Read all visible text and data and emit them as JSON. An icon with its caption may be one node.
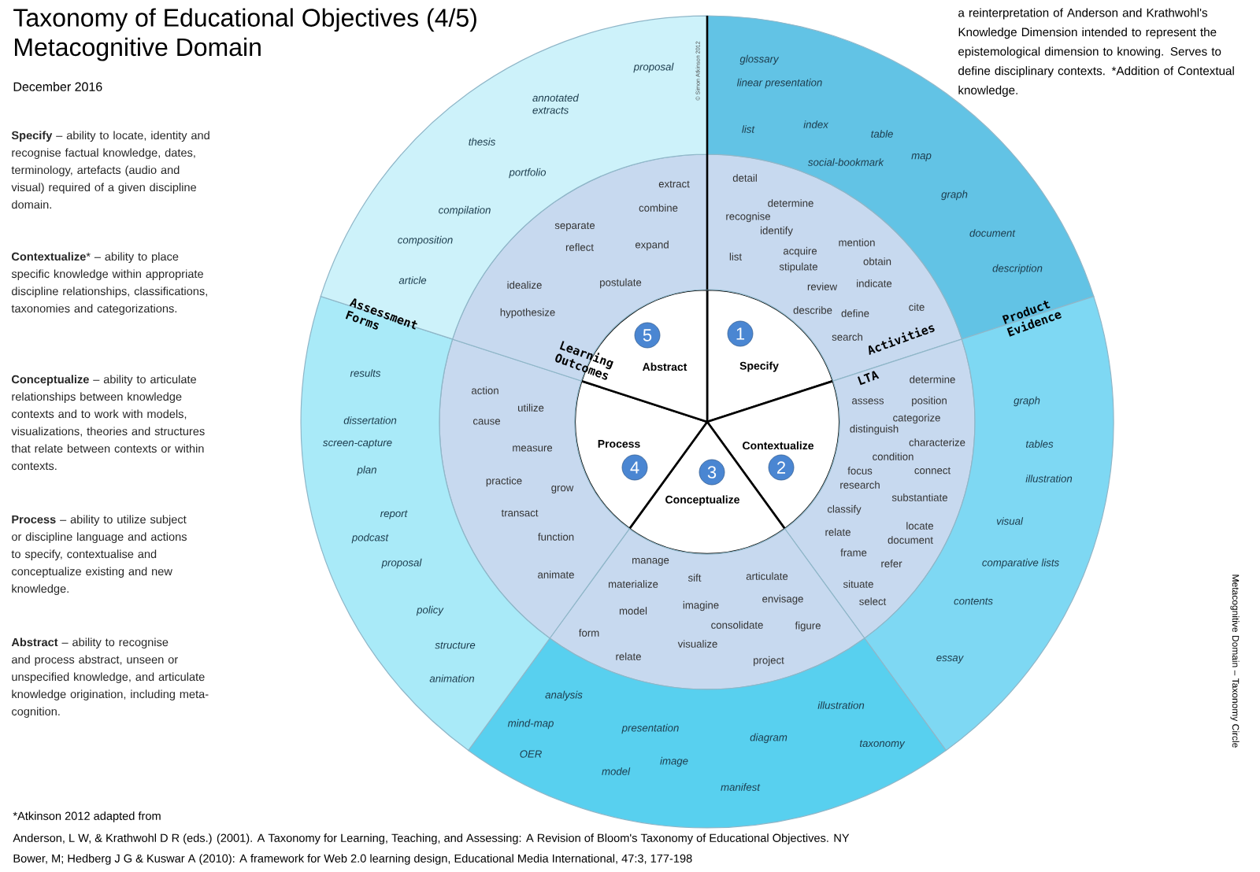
{
  "diagram": {
    "title": "Taxonomy of Educational Objectives (4/5)",
    "nodes": [
      {
        "text": [
          "1",
          "Specify"
        ]
      },
      {
        "text": [
          "Contextualize",
          "2"
        ]
      },
      {
        "text": [
          "3",
          "Conceptualize"
        ]
      },
      {
        "text": [
          "Process",
          "4"
        ]
      },
      {
        "text": [
          "5",
          "Abstract"
        ]
      },
      {
        "text": [
          "detail",
          "determine",
          "recognise",
          "identify",
          "list",
          "acquire",
          "mention",
          "stipulate",
          "obtain",
          "review",
          "indicate",
          "describe",
          "define",
          "cite",
          "search"
        ]
      },
      {
        "text": [
          "determine",
          "assess",
          "position",
          "categorize",
          "distinguish",
          "characterize",
          "condition",
          "focus",
          "connect",
          "research",
          "substantiate",
          "classify",
          "locate",
          "relate",
          "document",
          "frame",
          "refer",
          "situate",
          "select"
        ]
      },
      {
        "text": [
          "manage",
          "sift",
          "articulate",
          "materialize",
          "imagine",
          "envisage",
          "model",
          "consolidate",
          "figure",
          "form",
          "visualize",
          "relate",
          "project"
        ]
      },
      {
        "text": [
          "action",
          "utilize",
          "cause",
          "measure",
          "practice",
          "grow",
          "transact",
          "function",
          "animate"
        ]
      },
      {
        "text": [
          "extract",
          "combine",
          "separate",
          "expand",
          "reflect",
          "idealize",
          "postulate",
          "hypothesize"
        ]
      },
      {
        "text": [
          "glossary",
          "linear presentation",
          "list",
          "index",
          "table",
          "social-bookmark",
          "map",
          "graph",
          "document",
          "description"
        ]
      },
      {
        "text": [
          "graph",
          "tables",
          "illustration",
          "visual",
          "comparative lists",
          "contents",
          "essay"
        ]
      },
      {
        "text": [
          "analysis",
          "mind-map",
          "presentation",
          "illustration",
          "diagram",
          "OER",
          "image",
          "taxonomy",
          "model",
          "manifest"
        ]
      },
      {
        "text": [
          "results",
          "dissertation",
          "screen-capture",
          "plan",
          "report",
          "podcast",
          "proposal",
          "policy",
          "structure",
          "animation"
        ]
      },
      {
        "text": [
          "proposal",
          "annotated extracts",
          "thesis",
          "portfolio",
          "compilation",
          "composition",
          "article"
        ]
      }
    ],
    "labels": [
      "Metacognitive Domain",
      "December 2016",
      "**Specify** – ability to locate, identity and recognise factual knowledge, dates, terminology, artefacts (audio and visual) required of a given discipline domain.",
      "**Contextualize*** – ability to place specific knowledge within appropriate discipline relationships, classifications, taxonomies and categorizations.",
      "**Conceptualize** – ability to articulate relationships between knowledge contexts and to work with models, visualizations, theories and structures that relate between contexts or within contexts.",
      "**Process** – ability to utilize subject or discipline language and actions to specify, contextualise and conceptualize existing and new knowledge.",
      "**Abstract** – ability to recognise and process abstract, unseen or unspecified knowledge, and articulate knowledge origination, including meta-cognition.",
      "a reinterpretation of Anderson and Krathwohl's  Knowledge Dimension intended to represent the epistemological dimension to knowing. Serves to define disciplinary contexts. *Addition of Contextual knowledge.",
      "Assessment Forms",
      "Learning Outcomes",
      "Activities",
      "LTA",
      "Product Evidence",
      "© Simon Atkinson 2012",
      "Metacognitive Domain – Taxonomy Circle",
      "*Atkinson 2012 adapted from",
      "Anderson, L W, & Krathwohl D R (eds.) (2001). A Taxonomy for Learning, Teaching, and Assessing: A Revision of Bloom's Taxonomy of Educational Objectives. NY",
      "Bower, M; Hedberg J G & Kuswar A (2010): A framework for Web 2.0 learning design, Educational Media International, 47:3, 177-198"
    ]
  }
}
